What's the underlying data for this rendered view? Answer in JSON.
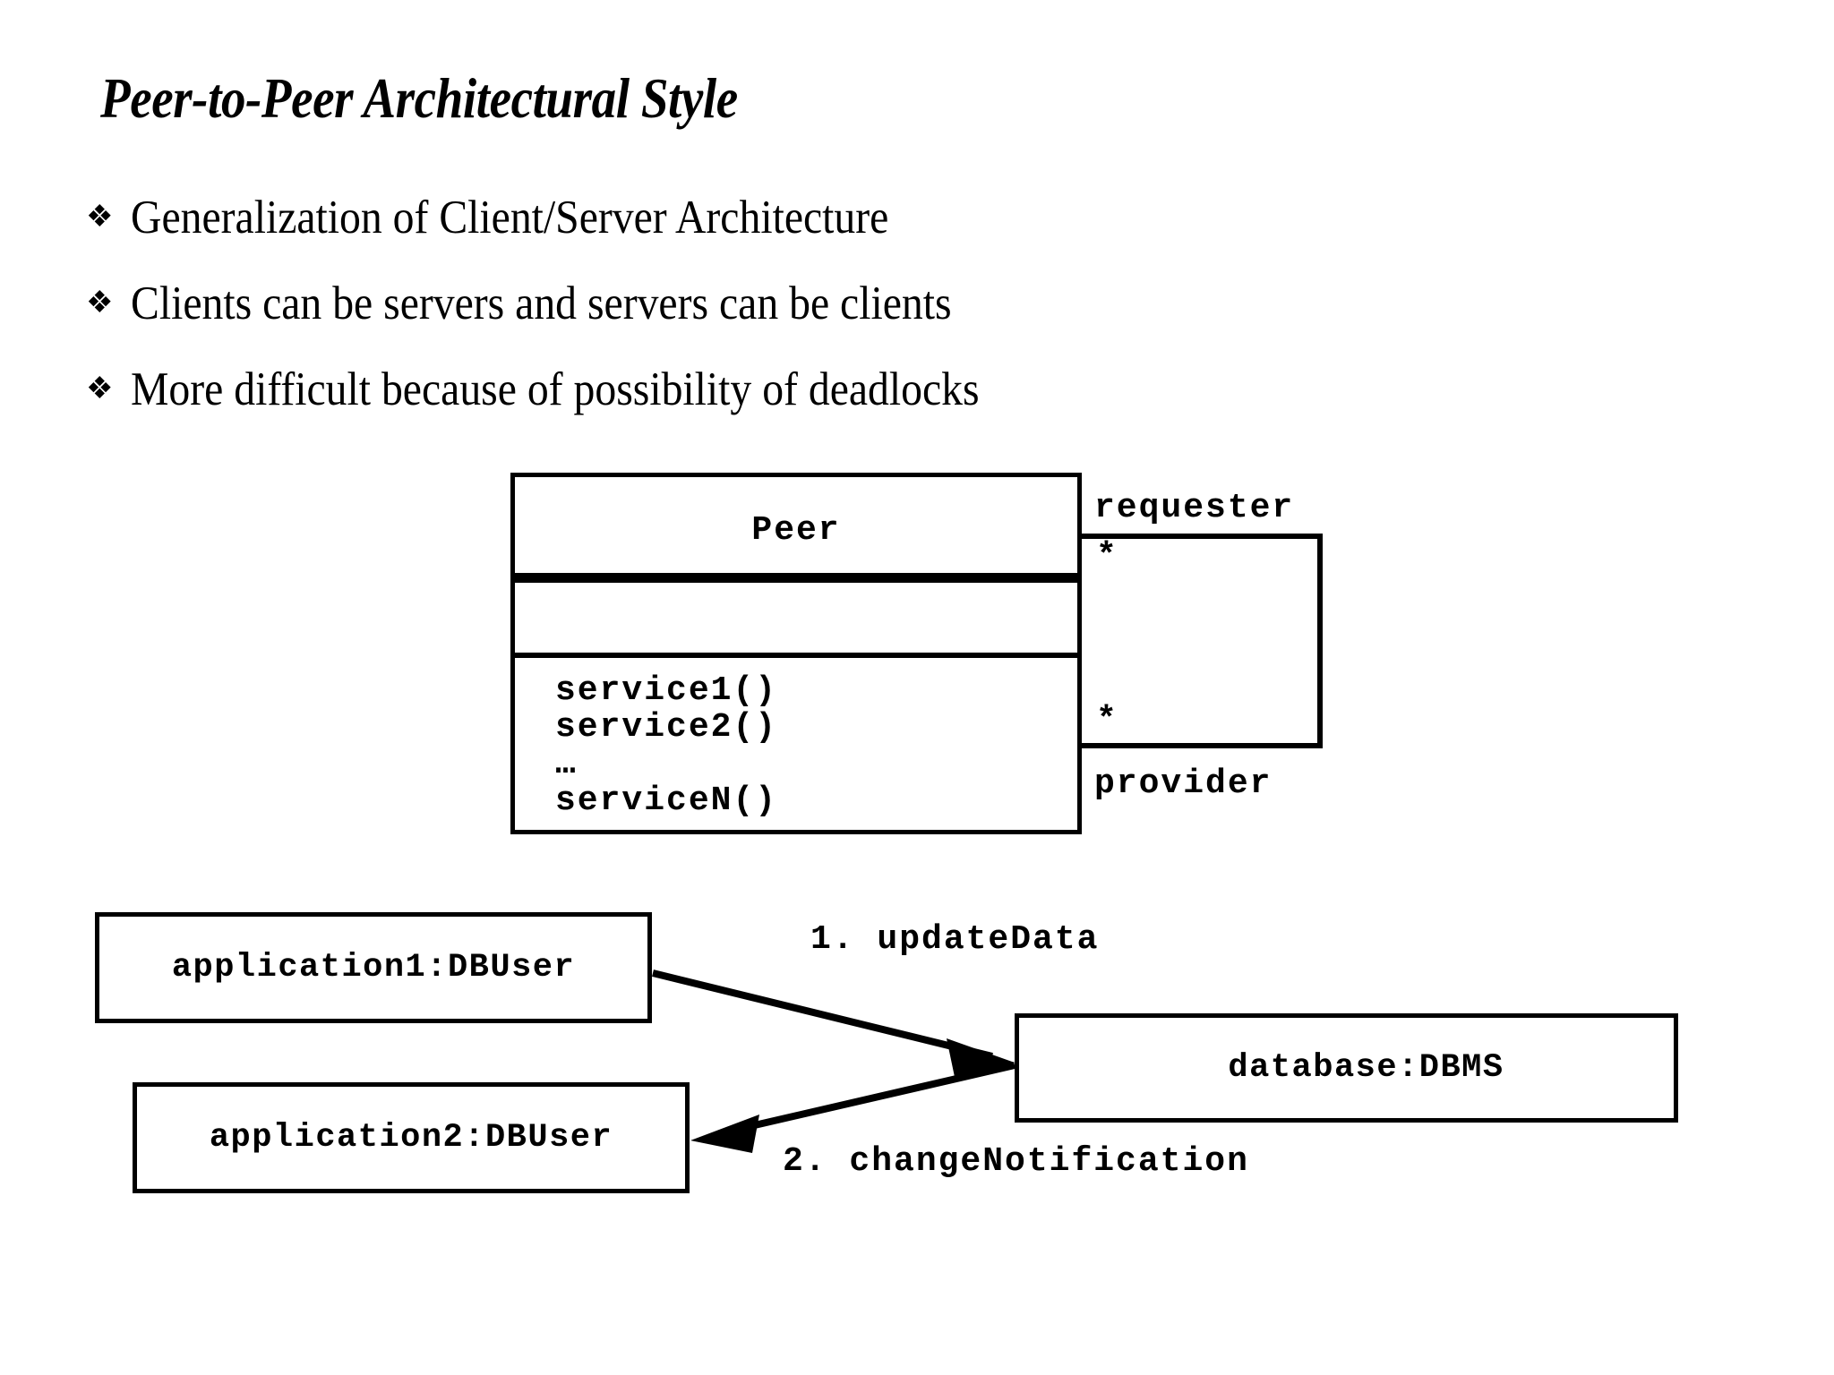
{
  "slide": {
    "title": "Peer-to-Peer Architectural Style",
    "bullet_marker": "❖",
    "bullets": [
      {
        "text": "Generalization of Client/Server Architecture"
      },
      {
        "text": "Clients can be servers and servers can be clients"
      },
      {
        "text": "More difficult because of possibility of deadlocks"
      }
    ]
  },
  "class_diagram": {
    "class_name": "Peer",
    "attributes": [],
    "operations": [
      "service1()",
      "service2()",
      "…",
      "serviceN()"
    ],
    "association": {
      "role_end_top": "requester",
      "role_end_bottom": "provider",
      "multiplicity_top": "*",
      "multiplicity_bottom": "*"
    }
  },
  "collaboration_diagram": {
    "objects": [
      {
        "id": "app1",
        "label": "application1:DBUser"
      },
      {
        "id": "app2",
        "label": "application2:DBUser"
      },
      {
        "id": "db",
        "label": "database:DBMS"
      }
    ],
    "messages": [
      {
        "id": "msg1",
        "label": "1.  updateData",
        "from": "app1",
        "to": "db"
      },
      {
        "id": "msg2",
        "label": "2.  changeNotification",
        "from": "db",
        "to": "app2"
      }
    ]
  },
  "colors": {
    "background": "#ffffff",
    "ink": "#000000"
  }
}
